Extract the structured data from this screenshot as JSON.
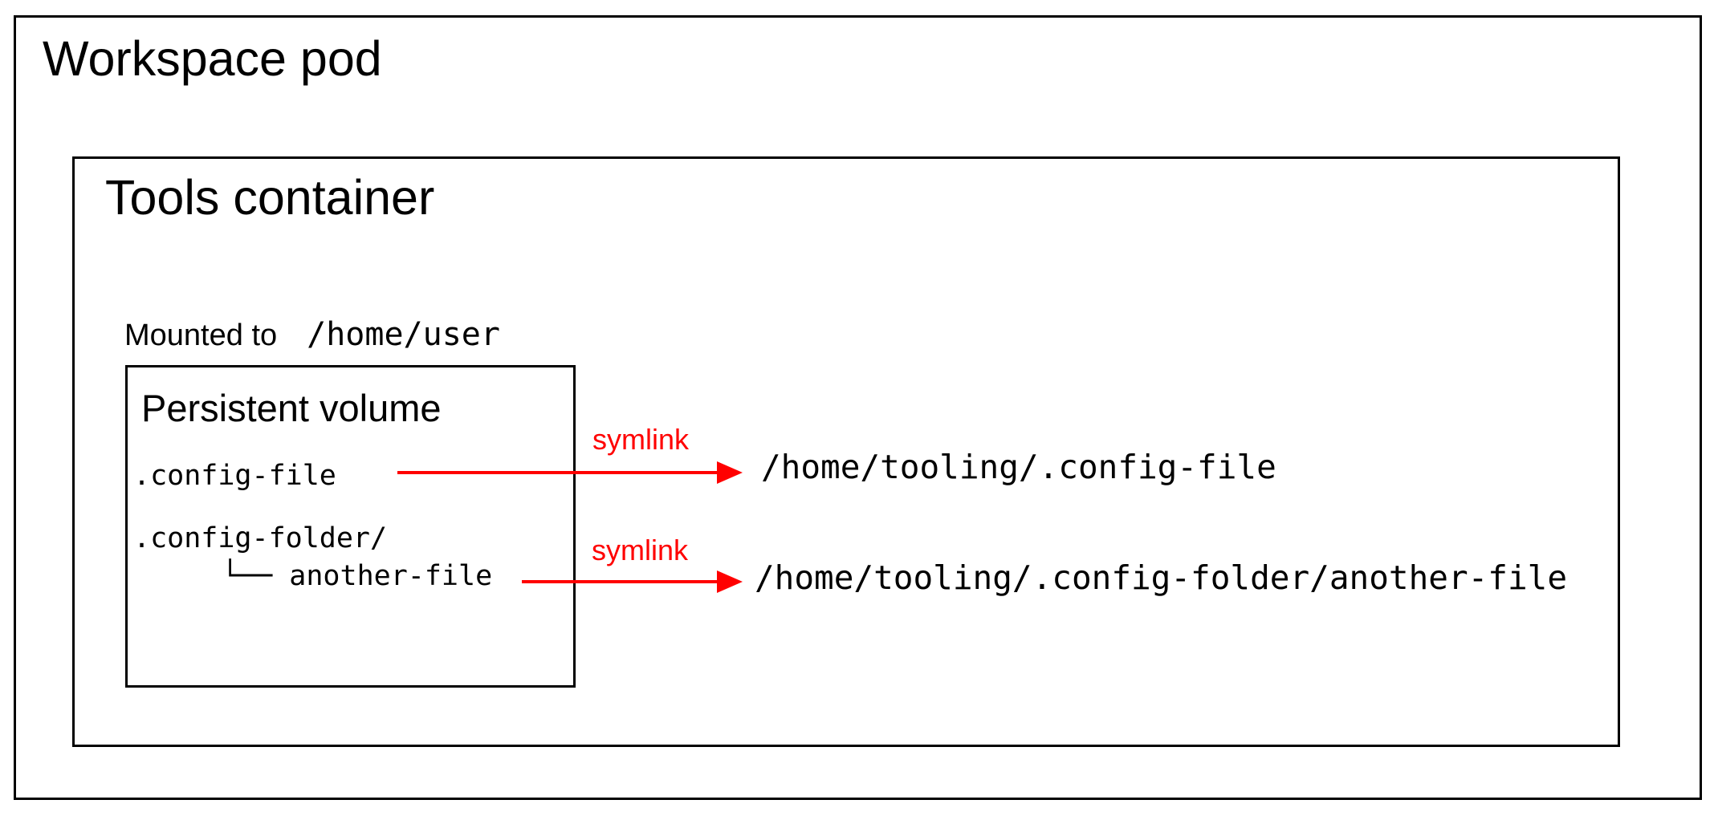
{
  "diagram": {
    "workspace_pod": {
      "title": "Workspace pod"
    },
    "tools_container": {
      "title": "Tools container"
    },
    "mount_label": {
      "prefix": "Mounted to",
      "path": "/home/user"
    },
    "persistent_volume": {
      "title": "Persistent volume",
      "files": {
        "config_file": ".config-file",
        "config_folder": ".config-folder/",
        "config_folder_child": "└── another-file"
      }
    },
    "symlinks": [
      {
        "label": "symlink",
        "target": "/home/tooling/.config-file"
      },
      {
        "label": "symlink",
        "target": "/home/tooling/.config-folder/another-file"
      }
    ]
  },
  "colors": {
    "symlink_red": "#ff0000",
    "border_black": "#000000",
    "background": "#ffffff"
  }
}
